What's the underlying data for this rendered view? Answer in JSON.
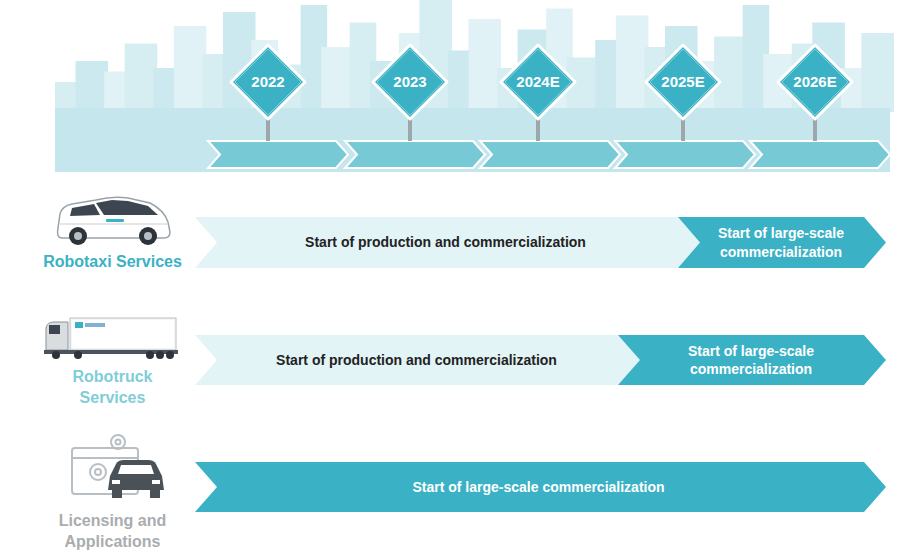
{
  "diagram": {
    "nodes": [
      {
        "text": [
          "2022"
        ]
      },
      {
        "text": [
          "2023"
        ]
      },
      {
        "text": [
          "2024E"
        ]
      },
      {
        "text": [
          "2025E"
        ]
      },
      {
        "text": [
          "2026E"
        ]
      },
      {
        "text": [
          "Start of production and commercialization"
        ]
      },
      {
        "text": [
          "Start of large-scale commercialization"
        ]
      },
      {
        "text": [
          "Start of production and commercialization"
        ]
      },
      {
        "text": [
          "Start of large-scale commercialization"
        ]
      },
      {
        "text": [
          "Start of large-scale commercialization"
        ]
      }
    ],
    "labels": [
      "Robotaxi Services",
      "Robotruck Services",
      "Licensing and Applications"
    ]
  }
}
